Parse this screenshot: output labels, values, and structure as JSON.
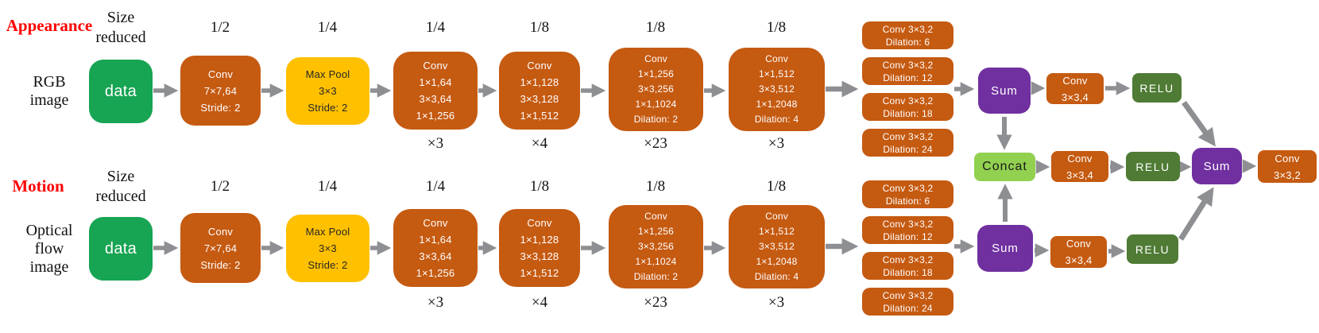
{
  "palette": {
    "conv_orange": "#C55A11",
    "pool_yellow": "#FFC000",
    "data_green": "#17A453",
    "concat_light_green": "#92D050",
    "relu_dark_green": "#4F7B35",
    "sum_purple": "#7030A0",
    "arrow_gray": "#8D8F92",
    "title_red": "#FF0000"
  },
  "streams": [
    {
      "title": "Appearance",
      "size_label_lines": [
        "Size",
        "reduced"
      ],
      "input_lines": [
        "RGB",
        "image"
      ],
      "data_label": "data",
      "scale_labels": [
        "1/2",
        "1/4",
        "1/4",
        "1/8",
        "1/8",
        "1/8"
      ],
      "conv1_lines": [
        "Conv",
        "7×7,64",
        "Stride: 2"
      ],
      "maxpool_lines": [
        "Max Pool",
        "3×3",
        "Stride: 2"
      ],
      "res1_lines": [
        "Conv",
        "1×1,64",
        "3×3,64",
        "1×1,256"
      ],
      "res1_repeat": "×3",
      "res2_lines": [
        "Conv",
        "1×1,128",
        "3×3,128",
        "1×1,512"
      ],
      "res2_repeat": "×4",
      "res3_lines": [
        "Conv",
        "1×1,256",
        "3×3,256",
        "1×1,1024",
        "Dilation: 2"
      ],
      "res3_repeat": "×23",
      "res4_lines": [
        "Conv",
        "1×1,512",
        "3×3,512",
        "1×1,2048",
        "Dilation: 4"
      ],
      "res4_repeat": "×3",
      "aspp": [
        [
          "Conv 3×3,2",
          "Dilation: 6"
        ],
        [
          "Conv 3×3,2",
          "Dilation: 12"
        ],
        [
          "Conv 3×3,2",
          "Dilation: 18"
        ],
        [
          "Conv 3×3,2",
          "Dilation: 24"
        ]
      ]
    },
    {
      "title": "Motion",
      "size_label_lines": [
        "Size",
        "reduced"
      ],
      "input_lines": [
        "Optical",
        "flow",
        "image"
      ],
      "data_label": "data",
      "scale_labels": [
        "1/2",
        "1/4",
        "1/4",
        "1/8",
        "1/8",
        "1/8"
      ],
      "conv1_lines": [
        "Conv",
        "7×7,64",
        "Stride: 2"
      ],
      "maxpool_lines": [
        "Max Pool",
        "3×3",
        "Stride: 2"
      ],
      "res1_lines": [
        "Conv",
        "1×1,64",
        "3×3,64",
        "1×1,256"
      ],
      "res1_repeat": "×3",
      "res2_lines": [
        "Conv",
        "1×1,128",
        "3×3,128",
        "1×1,512"
      ],
      "res2_repeat": "×4",
      "res3_lines": [
        "Conv",
        "1×1,256",
        "3×3,256",
        "1×1,1024",
        "Dilation: 2"
      ],
      "res3_repeat": "×23",
      "res4_lines": [
        "Conv",
        "1×1,512",
        "3×3,512",
        "1×1,2048",
        "Dilation: 4"
      ],
      "res4_repeat": "×3",
      "aspp": [
        [
          "Conv 3×3,2",
          "Dilation: 6"
        ],
        [
          "Conv 3×3,2",
          "Dilation: 12"
        ],
        [
          "Conv 3×3,2",
          "Dilation: 18"
        ],
        [
          "Conv 3×3,2",
          "Dilation: 24"
        ]
      ]
    }
  ],
  "head": {
    "sum_top": "Sum",
    "sum_bottom": "Sum",
    "sum_final": "Sum",
    "concat": "Concat",
    "conv_top_lines": [
      "Conv",
      "3×3,4"
    ],
    "conv_mid_lines": [
      "Conv",
      "3×3,4"
    ],
    "conv_bottom_lines": [
      "Conv",
      "3×3,4"
    ],
    "relu_top": "RELU",
    "relu_mid": "RELU",
    "relu_bottom": "RELU",
    "final_conv_lines": [
      "Conv",
      "3×3,2"
    ]
  }
}
